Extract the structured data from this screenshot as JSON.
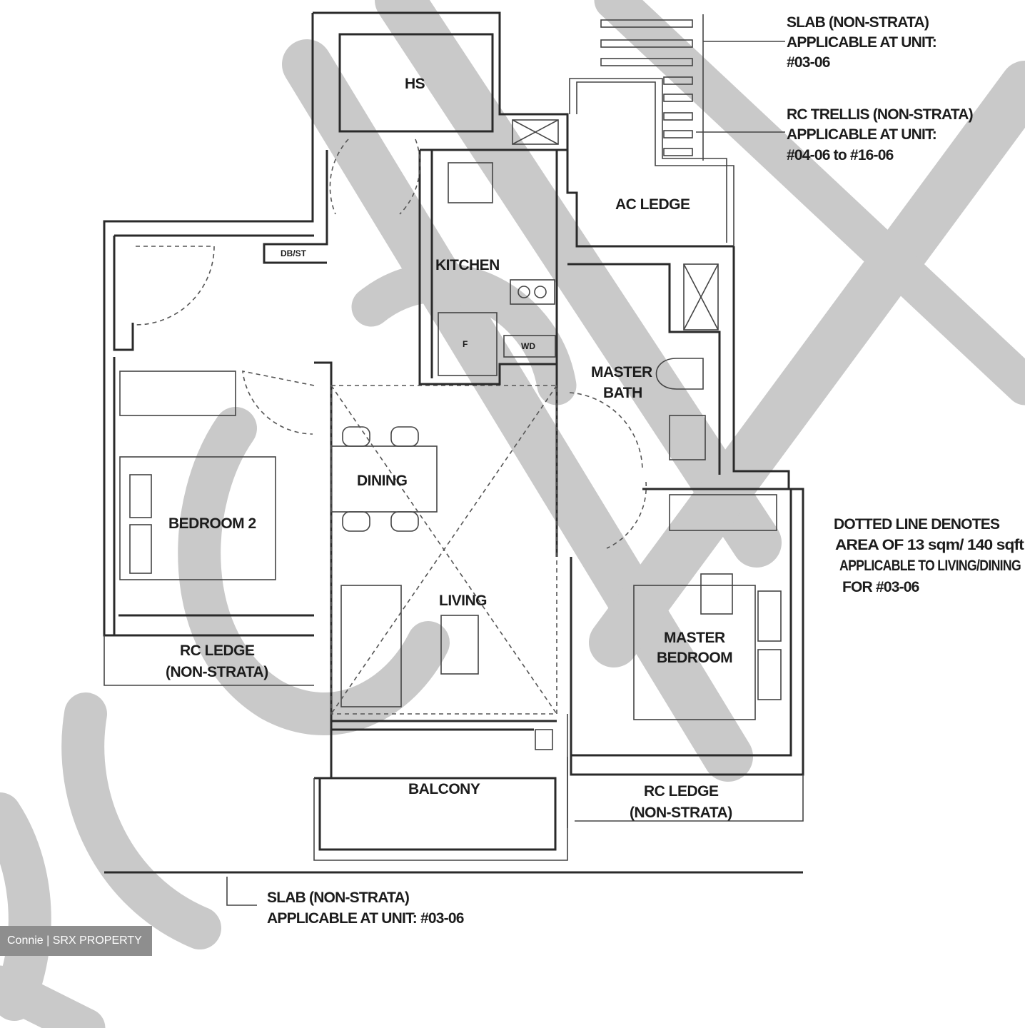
{
  "rooms": {
    "hs": "HS",
    "db": "DB/ST",
    "kitchen": "KITCHEN",
    "fridge": "F",
    "wd": "WD",
    "ac_ledge": "AC LEDGE",
    "master_bath_1": "MASTER",
    "master_bath_2": "BATH",
    "dining": "DINING",
    "living": "LIVING",
    "bedroom2": "BEDROOM 2",
    "master_bed_1": "MASTER",
    "master_bed_2": "BEDROOM",
    "balcony": "BALCONY",
    "rc_ledge_left_1": "RC LEDGE",
    "rc_ledge_left_2": "(NON-STRATA)",
    "rc_ledge_right_1": "RC LEDGE",
    "rc_ledge_right_2": "(NON-STRATA)"
  },
  "notes": {
    "slab_top_1": "SLAB (NON-STRATA)",
    "slab_top_2": "APPLICABLE AT UNIT:",
    "slab_top_3": "#03-06",
    "trellis_1": "RC TRELLIS (NON-STRATA)",
    "trellis_2": "APPLICABLE AT UNIT:",
    "trellis_3": "#04-06 to #16-06",
    "dotted_1": "DOTTED LINE DENOTES",
    "dotted_2": "AREA OF 13 sqm/ 140 sqft",
    "dotted_3": "APPLICABLE TO LIVING/DINING",
    "dotted_4": "FOR #03-06",
    "slab_bottom_1": "SLAB (NON-STRATA)",
    "slab_bottom_2": "APPLICABLE AT UNIT: #03-06"
  },
  "credit": "Connie | SRX PROPERTY"
}
